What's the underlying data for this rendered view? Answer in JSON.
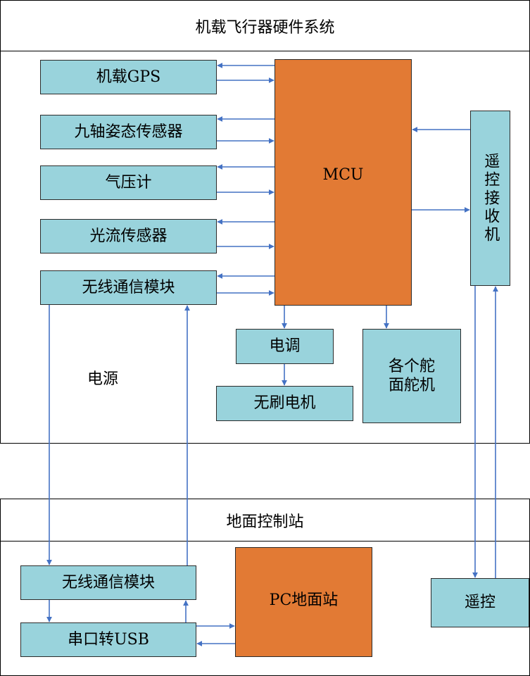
{
  "airborne": {
    "title": "机载飞行器硬件系统",
    "gps": "机载GPS",
    "imu": "九轴姿态传感器",
    "barometer": "气压计",
    "optical_flow": "光流传感器",
    "wireless": "无线通信模块",
    "mcu": "MCU",
    "receiver": "遥控接收机",
    "esc": "电调",
    "motor": "无刷电机",
    "servos": "各个舵面舵机",
    "power": "电源"
  },
  "ground": {
    "title": "地面控制站",
    "wireless": "无线通信模块",
    "serial_usb": "串口转USB",
    "pc_station": "PC地面站",
    "remote": "遥控"
  },
  "colors": {
    "box_fill": "#99d3dc",
    "mcu_fill": "#e27a34",
    "arrow": "#4472c4"
  }
}
